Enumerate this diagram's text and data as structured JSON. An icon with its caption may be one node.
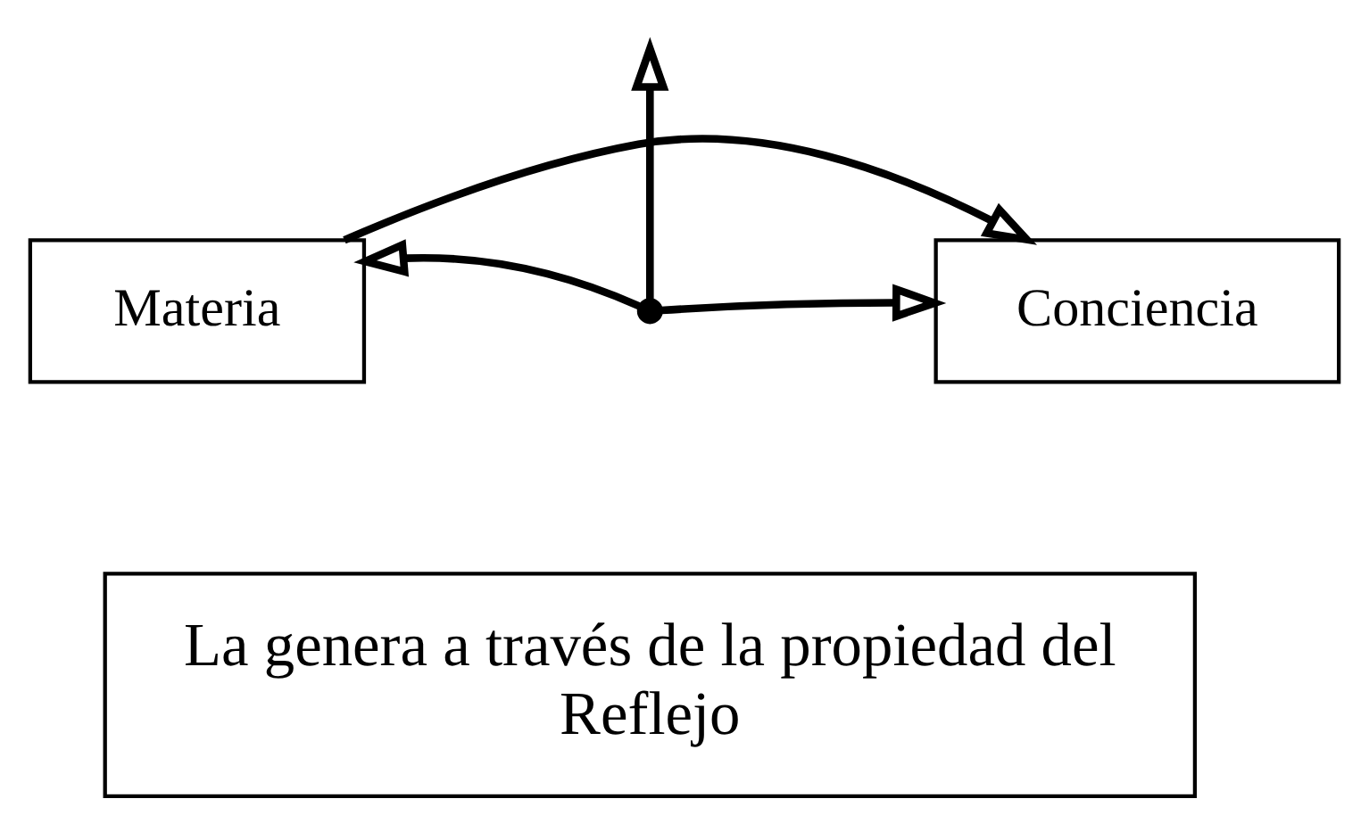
{
  "diagram": {
    "nodes": [
      {
        "text": [
          "Materia"
        ]
      },
      {
        "text": [
          "Conciencia"
        ]
      },
      {
        "text": [
          "La genera a través de la propiedad del",
          "Reflejo"
        ]
      },
      {
        "text": [],
        "shape": "point"
      }
    ],
    "edges": [
      {
        "from": 3,
        "to": null,
        "arrow": "to"
      },
      {
        "from": 3,
        "to": 0,
        "arrow": "to"
      },
      {
        "from": 3,
        "to": 1,
        "arrow": "to"
      },
      {
        "from": 0,
        "to": 1,
        "arrow": "to"
      }
    ]
  }
}
